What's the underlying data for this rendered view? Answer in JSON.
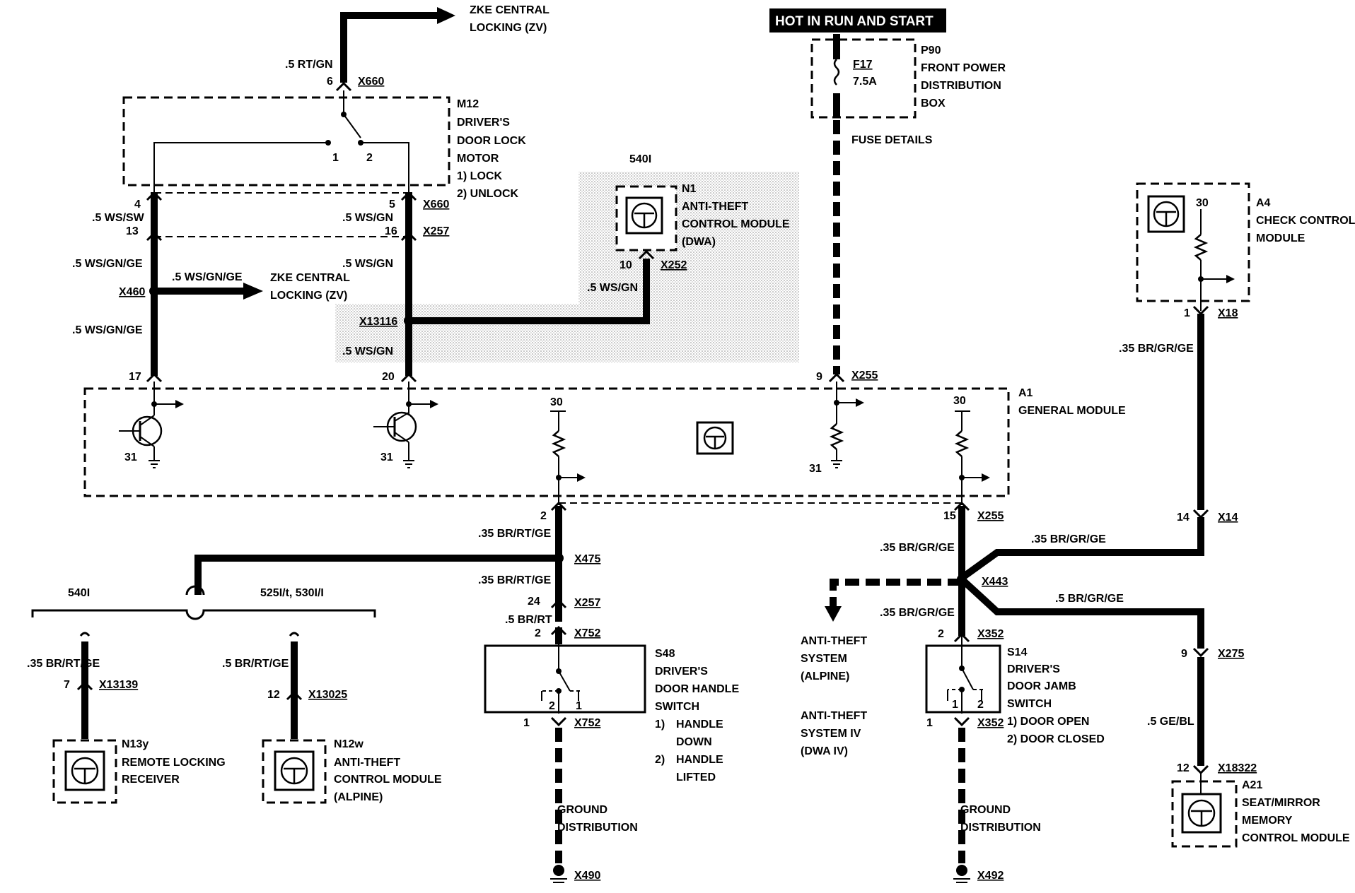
{
  "header": {
    "hot_label": "HOT IN RUN AND START"
  },
  "top": {
    "zke_label_1": "ZKE CENTRAL",
    "zke_label_2": "LOCKING (ZV)",
    "wire_rt_gn": ".5 RT/GN",
    "pin_6": "6",
    "conn_x660_top": "X660"
  },
  "m12": {
    "ref": "M12",
    "line1": "DRIVER'S",
    "line2": "DOOR LOCK",
    "line3": "MOTOR",
    "opt1": "1)  LOCK",
    "opt2": "2)  UNLOCK",
    "pin1": "1",
    "pin2": "2"
  },
  "p90": {
    "ref": "P90",
    "line1": "FRONT POWER",
    "line2": "DISTRIBUTION",
    "line3": "BOX",
    "fuse": "F17",
    "rating": "7.5A",
    "fuse_details": "FUSE DETAILS"
  },
  "n1": {
    "model": "540I",
    "ref": "N1",
    "line1": "ANTI-THEFT",
    "line2": "CONTROL MODULE",
    "line3": "(DWA)",
    "pin": "10",
    "conn": "X252",
    "wire": ".5 WS/GN"
  },
  "a4": {
    "ref": "A4",
    "line1": "CHECK CONTROL",
    "line2": "MODULE",
    "pin30": "30",
    "pin1": "1",
    "conn": "X18",
    "wire": ".35 BR/GR/GE",
    "pin14": "14",
    "conn14": "X14"
  },
  "left_wires": {
    "pin4": "4",
    "wire_ws_sw": ".5 WS/SW",
    "pin13": "13",
    "wire_ws_gn_ge_1": ".5 WS/GN/GE",
    "conn_x460": "X460",
    "wire_arrow": ".5 WS/GN/GE",
    "zke_1": "ZKE CENTRAL",
    "zke_2": "LOCKING (ZV)",
    "wire_ws_gn_ge_2": ".5 WS/GN/GE",
    "pin17": "17"
  },
  "mid_wires": {
    "pin5": "5",
    "conn_x660": "X660",
    "wire_ws_gn_1": ".5 WS/GN",
    "pin16": "16",
    "conn_x257": "X257",
    "wire_ws_gn_2": ".5 WS/GN",
    "conn_x13116": "X13116",
    "wire_ws_gn_3": ".5 WS/GN",
    "pin20": "20"
  },
  "fuse_wire": {
    "pin9": "9",
    "conn": "X255"
  },
  "a1": {
    "ref": "A1",
    "line1": "GENERAL MODULE",
    "pin31_a": "31",
    "pin31_b": "31",
    "pin31_c": "31",
    "pin30_a": "30",
    "pin30_b": "30"
  },
  "s48_path": {
    "pin2": "2",
    "wire1": ".35 BR/RT/GE",
    "conn_x475": "X475",
    "wire2": ".35 BR/RT/GE",
    "pin24": "24",
    "conn_x257": "X257",
    "wire3": ".5 BR/RT",
    "pin2b": "2",
    "conn_x752": "X752"
  },
  "branch": {
    "model_540": "540I",
    "model_525": "525I/t, 530I/I",
    "wire_n13": ".35 BR/RT/GE",
    "pin7": "7",
    "conn_n13": "X13139",
    "wire_n12": ".5 BR/RT/GE",
    "pin12": "12",
    "conn_n12": "X13025"
  },
  "n13y": {
    "ref": "N13y",
    "line1": "REMOTE LOCKING",
    "line2": "RECEIVER"
  },
  "n12w": {
    "ref": "N12w",
    "line1": "ANTI-THEFT",
    "line2": "CONTROL MODULE",
    "line3": "(ALPINE)"
  },
  "s48": {
    "ref": "S48",
    "line1": "DRIVER'S",
    "line2": "DOOR HANDLE",
    "line3": "SWITCH",
    "opt1a": "1)",
    "opt1b": "HANDLE",
    "opt1c": "DOWN",
    "opt2a": "2)",
    "opt2b": "HANDLE",
    "opt2c": "LIFTED",
    "pin1": "1",
    "pin2": "2",
    "out_pin": "1",
    "out_conn": "X752",
    "gnd1": "GROUND",
    "gnd2": "DISTRIBUTION",
    "gnd_conn": "X490"
  },
  "right_path": {
    "pin15": "15",
    "conn_x255": "X255",
    "wire1": ".35 BR/GR/GE",
    "wire_up": ".35 BR/GR/GE",
    "conn_x443": "X443",
    "wire2": ".35 BR/GR/GE",
    "wire_a21": ".5 BR/GR/GE",
    "pin2": "2",
    "conn_x352": "X352"
  },
  "alpine": {
    "line1": "ANTI-THEFT",
    "line2": "SYSTEM",
    "line3": "(ALPINE)",
    "line4": "ANTI-THEFT",
    "line5": "SYSTEM IV",
    "line6": "(DWA IV)"
  },
  "s14": {
    "ref": "S14",
    "line1": "DRIVER'S",
    "line2": "DOOR JAMB",
    "line3": "SWITCH",
    "opt1": "1)   DOOR OPEN",
    "opt2": "2)   DOOR CLOSED",
    "pin1": "1",
    "pin2": "2",
    "out_pin": "1",
    "out_conn": "X352",
    "gnd1": "GROUND",
    "gnd2": "DISTRIBUTION",
    "gnd_conn": "X492"
  },
  "a21": {
    "pin9": "9",
    "conn_x275": "X275",
    "wire": ".5 GE/BL",
    "pin12": "12",
    "conn": "X18322",
    "ref": "A21",
    "line1": "SEAT/MIRROR",
    "line2": "MEMORY",
    "line3": "CONTROL MODULE"
  }
}
